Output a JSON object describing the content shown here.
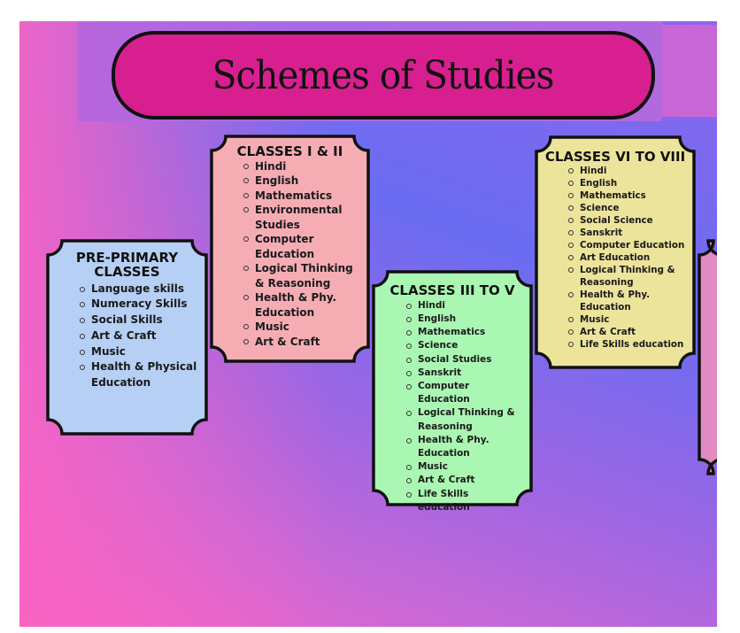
{
  "title": "Schemes of Studies",
  "colors": {
    "pill": "#d71f90",
    "pre_primary": "#b5d0f4",
    "classes_1_2": "#f5adb3",
    "classes_3_5": "#aaf7b3",
    "classes_6_8": "#ede49c",
    "partial": "#e28bc2"
  },
  "cards": [
    {
      "heading": "PRE-PRIMARY CLASSES",
      "items": [
        "Language skills",
        "Numeracy Skills",
        "Social Skills",
        "Art & Craft",
        "Music",
        "Health & Physical Education"
      ]
    },
    {
      "heading": "CLASSES I & II",
      "items": [
        "Hindi",
        "English",
        "Mathematics",
        "Environmental Studies",
        "Computer Education",
        "Logical Thinking & Reasoning",
        "Health & Phy. Education",
        "Music",
        "Art & Craft"
      ]
    },
    {
      "heading": "CLASSES III TO V",
      "items": [
        "Hindi",
        "English",
        "Mathematics",
        "Science",
        "Social Studies",
        "Sanskrit",
        "Computer Education",
        "Logical Thinking & Reasoning",
        "Health & Phy. Education",
        "Music",
        "Art & Craft",
        "Life Skills education"
      ]
    },
    {
      "heading": "CLASSES VI TO VIII",
      "items": [
        "Hindi",
        "English",
        "Mathematics",
        "Science",
        "Social Science",
        "Sanskrit",
        "Computer Education",
        "Art Education",
        "Logical Thinking & Reasoning",
        "Health & Phy. Education",
        "Music",
        "Art & Craft",
        "Life Skills education"
      ]
    }
  ]
}
